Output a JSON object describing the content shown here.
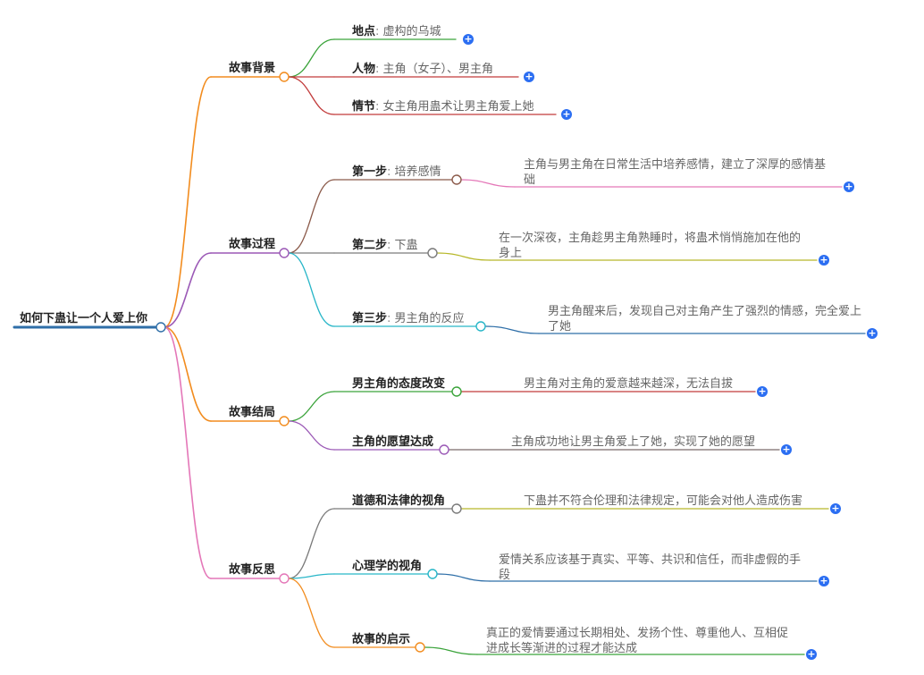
{
  "root": {
    "label": "如何下蛊让一个人爱上你"
  },
  "branches": [
    {
      "label": "故事背景",
      "children": [
        {
          "key": "地点",
          "text": "虚构的乌城"
        },
        {
          "key": "人物",
          "text": "主角（女子）、男主角"
        },
        {
          "key": "情节",
          "text": "女主角用蛊术让男主角爱上她"
        }
      ]
    },
    {
      "label": "故事过程",
      "children": [
        {
          "key": "第一步",
          "text": "培养感情",
          "detail": "主角与男主角在日常生活中培养感情，建立了深厚的感情基础"
        },
        {
          "key": "第二步",
          "text": "下蛊",
          "detail": "在一次深夜，主角趁男主角熟睡时，将蛊术悄悄施加在他的身上"
        },
        {
          "key": "第三步",
          "text": "男主角的反应",
          "detail": "男主角醒来后，发现自己对主角产生了强烈的情感，完全爱上了她"
        }
      ]
    },
    {
      "label": "故事结局",
      "children": [
        {
          "key": "男主角的态度改变",
          "detail": "男主角对主角的爱意越来越深，无法自拔"
        },
        {
          "key": "主角的愿望达成",
          "detail": "主角成功地让男主角爱上了她，实现了她的愿望"
        }
      ]
    },
    {
      "label": "故事反思",
      "children": [
        {
          "key": "道德和法律的视角",
          "detail": "下蛊并不符合伦理和法律规定，可能会对他人造成伤害"
        },
        {
          "key": "心理学的视角",
          "detail": "爱情关系应该基于真实、平等、共识和信任，而非虚假的手段"
        },
        {
          "key": "故事的启示",
          "detail": "真正的爱情要通过长期相处、发扬个性、尊重他人、互相促进成长等渐进的过程才能达成"
        }
      ]
    }
  ],
  "ui": {
    "expand_glyph": "+",
    "colon": ":"
  },
  "colors": {
    "root_line": "#2f6fa8",
    "branch": [
      "#f28c1e",
      "#9b59b6",
      "#f28c1e",
      "#e477b8"
    ],
    "bg_children": [
      "#3aa33a",
      "#c23b3b",
      "#c23b3b"
    ],
    "proc_children": [
      "#8b5a4a",
      "#7a7a7a",
      "#28b6c8"
    ],
    "proc_details": [
      "#e477b8",
      "#b7b82a",
      "#2f6fa8"
    ],
    "end_children": [
      "#3aa33a",
      "#9b59b6"
    ],
    "end_details": [
      "#c23b3b",
      "#7a6a6a"
    ],
    "refl_children": [
      "#7a7a7a",
      "#28b6c8",
      "#f28c1e"
    ],
    "refl_details": [
      "#b7b82a",
      "#2f6fa8",
      "#3aa33a"
    ],
    "plus": "#2b6ef2"
  }
}
